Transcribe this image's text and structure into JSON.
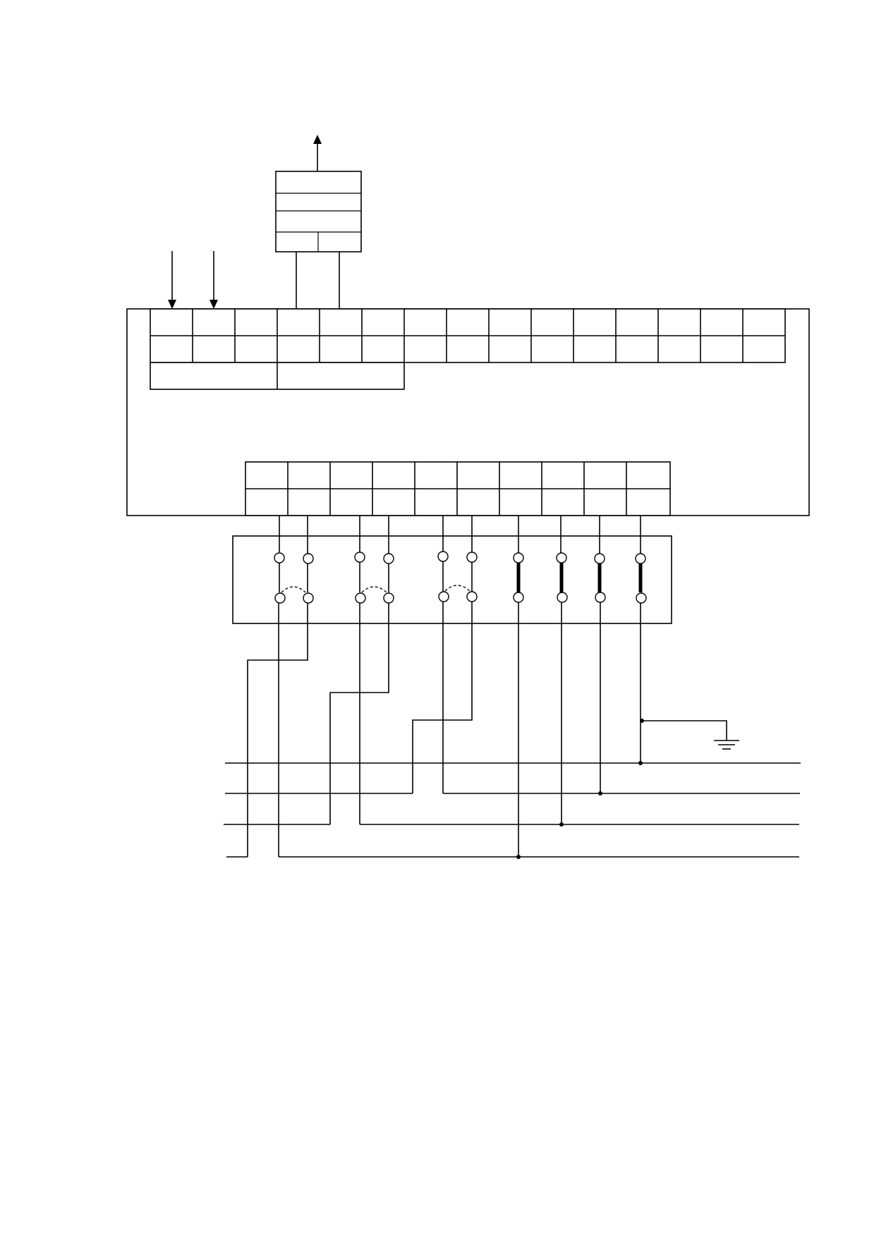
{
  "colors": {
    "line": "#000000",
    "background": "#ffffff"
  },
  "diagram": {
    "top_grid_columns": 15,
    "top_grid_rows": 2,
    "sub_cells": 2,
    "bottom_grid_columns": 10,
    "bottom_grid_rows": 2,
    "switch_terminals_dashed": 3,
    "switch_terminals_solid": 4,
    "bus_lines": 4,
    "input_arrows": 2,
    "output_arrows": 1,
    "ground_symbol": "ground-icon"
  }
}
